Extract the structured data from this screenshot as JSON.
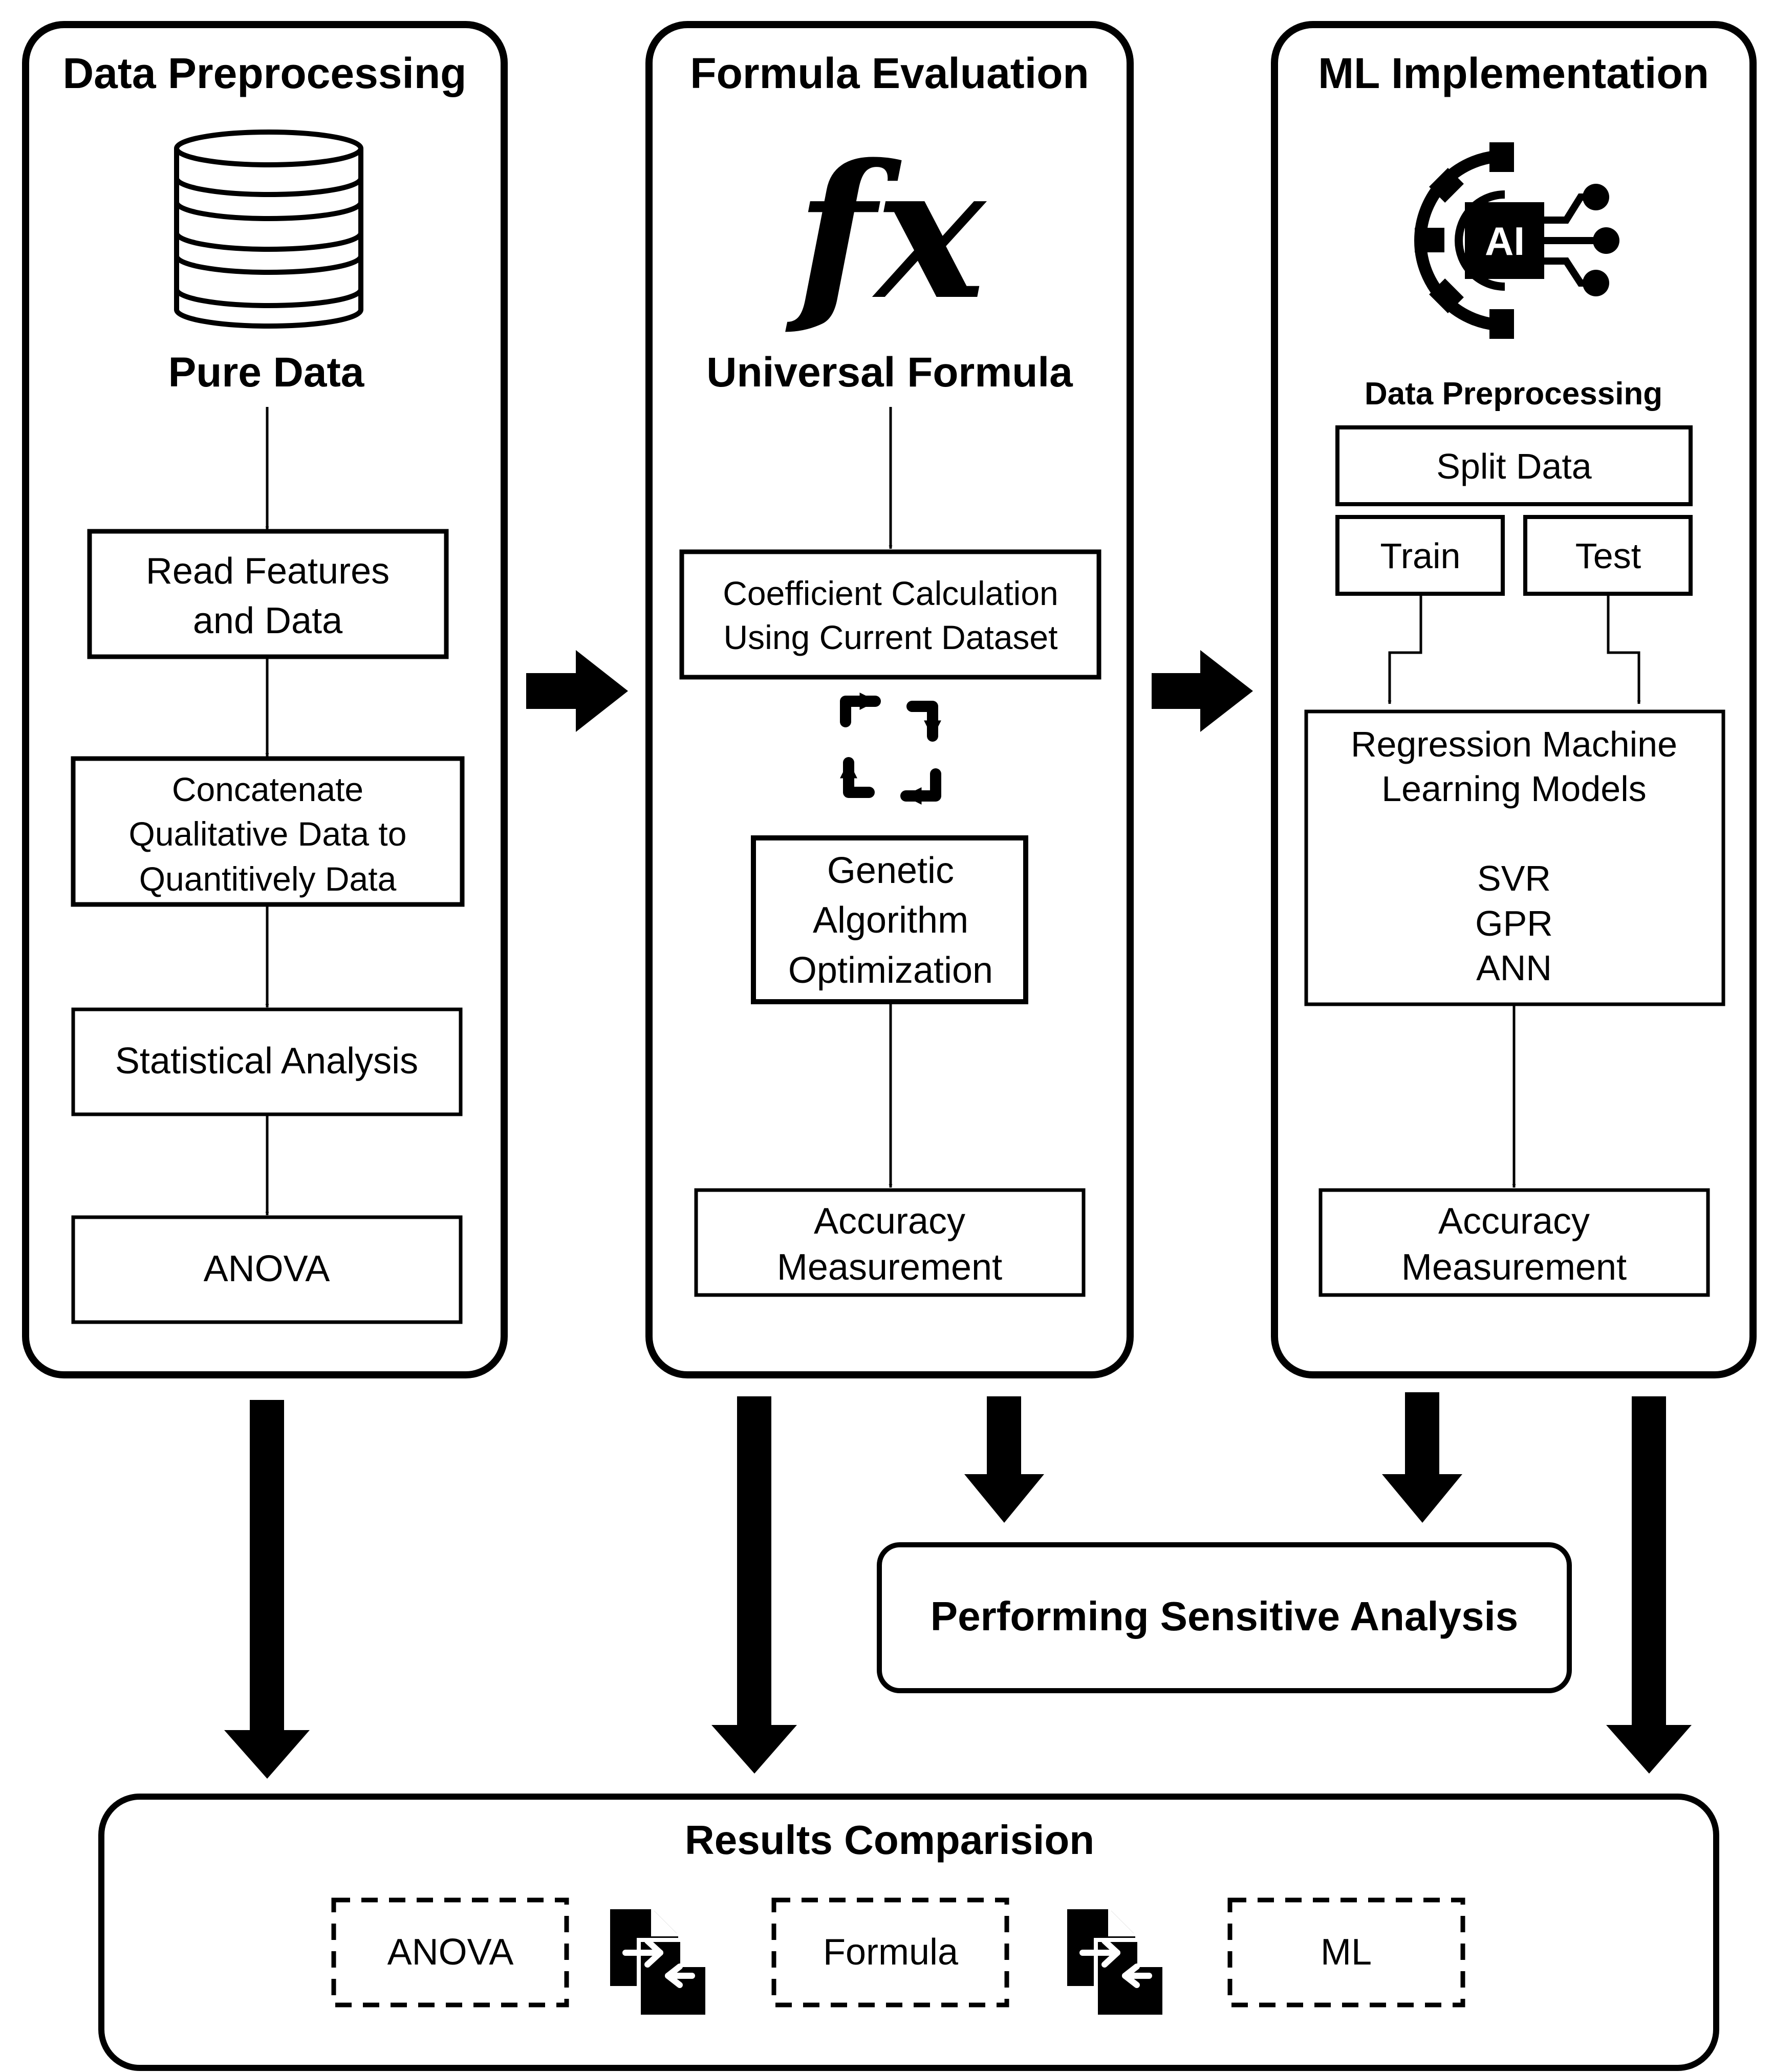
{
  "columns": {
    "data_preprocessing": {
      "title": "Data Preprocessing",
      "source_label": "Pure Data",
      "steps": [
        [
          "Read Features",
          "and Data"
        ],
        [
          "Concatenate",
          "Qualitative  Data to",
          "Quantitively Data"
        ],
        [
          "Statistical Analysis"
        ],
        [
          "ANOVA"
        ]
      ]
    },
    "formula_evaluation": {
      "title": "Formula Evaluation",
      "icon": "fx",
      "source_label": "Universal Formula",
      "steps": [
        [
          "Coefficient Calculation",
          "Using Current Dataset"
        ],
        [
          "Genetic",
          "Algorithm",
          "Optimization"
        ],
        [
          "Accuracy",
          "Measurement"
        ]
      ]
    },
    "ml_implementation": {
      "title": "ML Implementation",
      "icon_text": "AI",
      "subtitle": "Data Preprocessing",
      "split_label": "Split Data",
      "train_label": "Train",
      "test_label": "Test",
      "models_title": [
        "Regression Machine",
        "Learning Models"
      ],
      "models": [
        "SVR",
        "GPR",
        "ANN"
      ],
      "accuracy": [
        "Accuracy",
        "Measurement"
      ]
    }
  },
  "sensitive_analysis": "Performing Sensitive Analysis",
  "results": {
    "title": "Results Comparision",
    "items": [
      "ANOVA",
      "Formula",
      "ML"
    ]
  }
}
